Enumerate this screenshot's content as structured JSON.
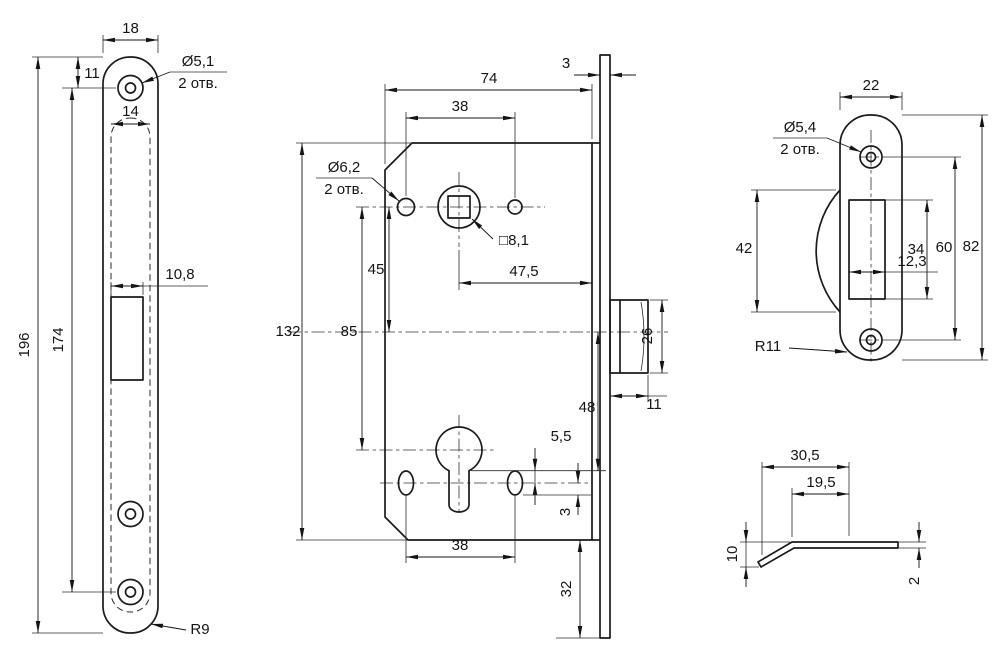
{
  "drawing": {
    "faceplate": {
      "width": "18",
      "top_hole_offset": "11",
      "inner_width": "14",
      "hole_dia": "Ø5,1",
      "hole_qty": "2 отв.",
      "latch_cutout_width": "10,8",
      "total_height": "196",
      "hole_spacing": "174",
      "corner_radius": "R9"
    },
    "lock_body": {
      "width": "74",
      "top_hole_spacing": "38",
      "faceplate_thickness": "3",
      "hole_dia": "Ø6,2",
      "hole_qty": "2 отв.",
      "spindle_square": "□8,1",
      "backset": "47,5",
      "spindle_to_centerline": "45",
      "spindle_to_cylinder": "85",
      "body_height": "132",
      "latch_face_height": "26",
      "latch_projection": "11",
      "centerline_to_shoulder": "48",
      "slot_offset": "5,5",
      "slot_end_offset": "3",
      "bottom_hole_spacing": "38",
      "faceplate_overhang": "32"
    },
    "strike_plate": {
      "width": "22",
      "hole_dia": "Ø5,4",
      "hole_qty": "2 отв.",
      "tab_height": "42",
      "opening_height": "34",
      "hole_spacing": "60",
      "total_height": "82",
      "opening_width": "12,3",
      "corner_radius": "R11"
    },
    "strike_profile": {
      "overall_width": "30,5",
      "flat_width": "19,5",
      "lip_drop": "10",
      "thickness": "2"
    }
  }
}
